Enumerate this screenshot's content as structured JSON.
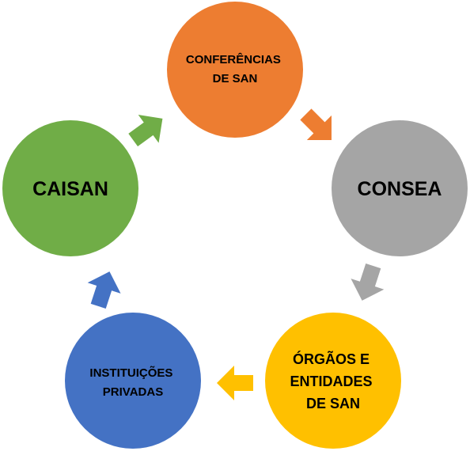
{
  "nodes": {
    "conferencias": {
      "lines": [
        "CONFERÊNCIAS",
        "DE SAN"
      ],
      "color": "#ED7D31"
    },
    "consea": {
      "lines": [
        "CONSEA"
      ],
      "color": "#A5A5A5"
    },
    "orgaos": {
      "lines": [
        "ÓRGÃOS E",
        "ENTIDADES",
        "DE SAN"
      ],
      "color": "#FFC000"
    },
    "instituicoes": {
      "lines": [
        "INSTITUIÇÕES",
        "PRIVADAS"
      ],
      "color": "#4472C4"
    },
    "caisan": {
      "lines": [
        "CAISAN"
      ],
      "color": "#70AD47"
    }
  },
  "arrows": {
    "conferencias_to_consea": {
      "color": "#ED7D31"
    },
    "consea_to_orgaos": {
      "color": "#A5A5A5"
    },
    "orgaos_to_instituicoes": {
      "color": "#FFC000"
    },
    "instituicoes_to_caisan": {
      "color": "#4472C4"
    },
    "caisan_to_conferencias": {
      "color": "#70AD47"
    }
  }
}
